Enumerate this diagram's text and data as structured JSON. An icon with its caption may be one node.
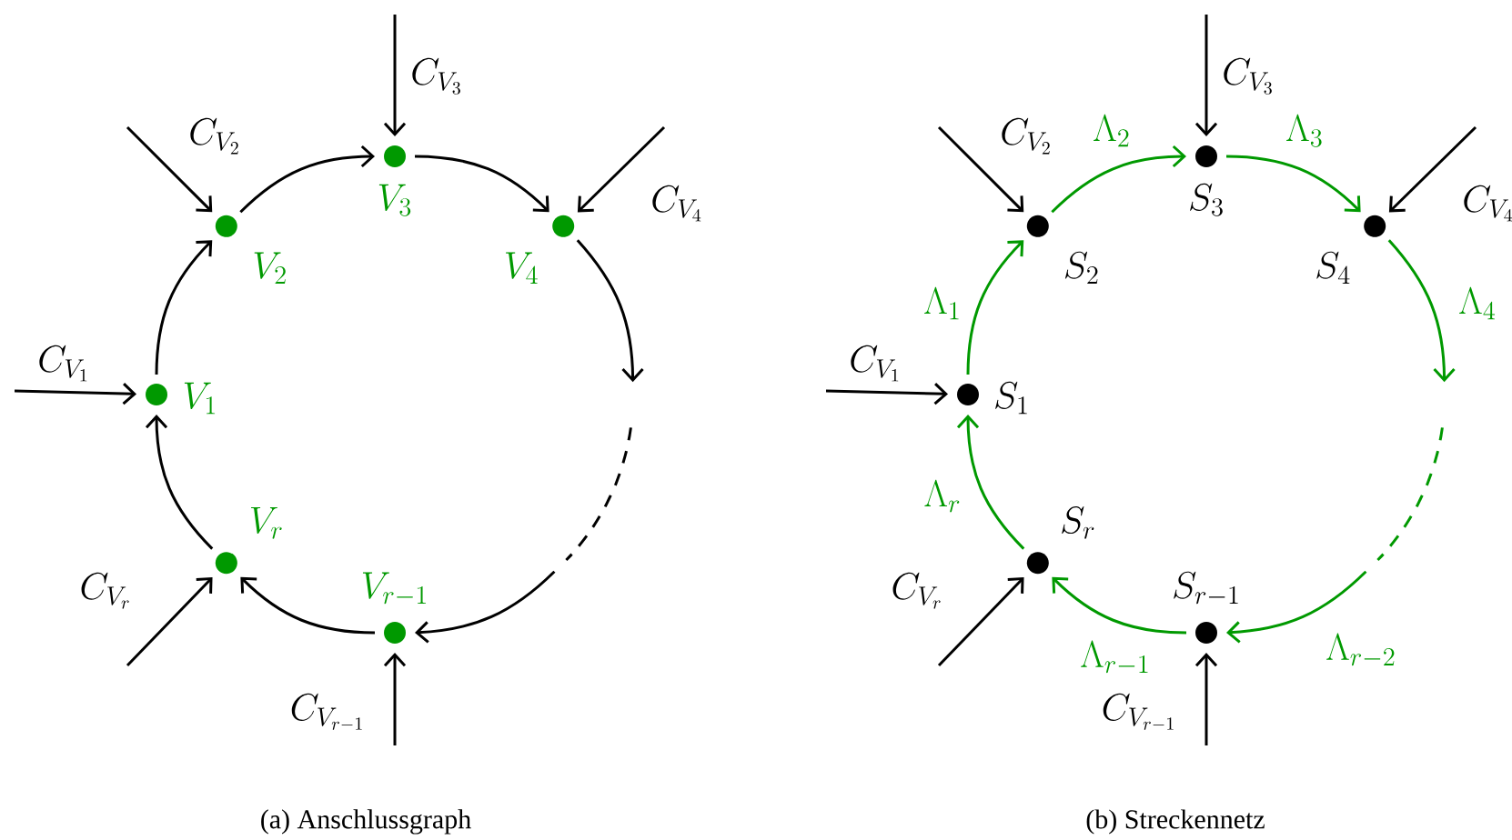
{
  "diagram": {
    "nodes": [
      {
        "text": [],
        "shape": "circle",
        "beside": [
          "V_1"
        ]
      },
      {
        "text": [],
        "shape": "circle",
        "beside": [
          "V_2"
        ]
      },
      {
        "text": [],
        "shape": "circle",
        "beside": [
          "V_3"
        ]
      },
      {
        "text": [],
        "shape": "circle",
        "beside": [
          "V_4"
        ]
      },
      {
        "text": [],
        "shape": "circle",
        "beside": [
          "V_{r-1}"
        ]
      },
      {
        "text": [],
        "shape": "circle",
        "beside": [
          "V_r"
        ]
      },
      {
        "text": [],
        "shape": "circle",
        "beside": [
          "S_1"
        ]
      },
      {
        "text": [],
        "shape": "circle",
        "beside": [
          "S_2"
        ]
      },
      {
        "text": [],
        "shape": "circle",
        "beside": [
          "S_3"
        ]
      },
      {
        "text": [],
        "shape": "circle",
        "beside": [
          "S_4"
        ]
      },
      {
        "text": [],
        "shape": "circle",
        "beside": [
          "S_{r-1}"
        ]
      },
      {
        "text": [],
        "shape": "circle",
        "beside": [
          "S_r"
        ]
      }
    ],
    "edges": [
      {
        "from": 0,
        "to": 1,
        "arrow": "to"
      },
      {
        "from": 1,
        "to": 2,
        "arrow": "to"
      },
      {
        "from": 2,
        "to": 3,
        "arrow": "to"
      },
      {
        "from": 3,
        "to": null,
        "arrow": "to"
      },
      {
        "from": null,
        "to": 4,
        "arrow": "to"
      },
      {
        "from": 4,
        "to": 5,
        "arrow": "to"
      },
      {
        "from": 5,
        "to": 0,
        "arrow": "to"
      },
      {
        "from": null,
        "to": 0,
        "arrow": "to",
        "label": "C_{V_1}"
      },
      {
        "from": null,
        "to": 1,
        "arrow": "to",
        "label": "C_{V_2}"
      },
      {
        "from": null,
        "to": 2,
        "arrow": "to",
        "label": "C_{V_3}"
      },
      {
        "from": null,
        "to": 3,
        "arrow": "to",
        "label": "C_{V_4}"
      },
      {
        "from": null,
        "to": 4,
        "arrow": "to",
        "label": "C_{V_{r-1}}"
      },
      {
        "from": null,
        "to": 5,
        "arrow": "to",
        "label": "C_{V_r}"
      },
      {
        "from": 6,
        "to": 7,
        "arrow": "to",
        "label": "\\Lambda_1",
        "color": "#009900"
      },
      {
        "from": 7,
        "to": 8,
        "arrow": "to",
        "label": "\\Lambda_2",
        "color": "#009900"
      },
      {
        "from": 8,
        "to": 9,
        "arrow": "to",
        "label": "\\Lambda_3",
        "color": "#009900"
      },
      {
        "from": 9,
        "to": null,
        "arrow": "to",
        "label": "\\Lambda_4",
        "color": "#009900"
      },
      {
        "from": null,
        "to": 10,
        "arrow": "to",
        "label": "\\Lambda_{r-2}",
        "color": "#009900"
      },
      {
        "from": 10,
        "to": 11,
        "arrow": "to",
        "label": "\\Lambda_{r-1}",
        "color": "#009900"
      },
      {
        "from": 11,
        "to": 6,
        "arrow": "to",
        "label": "\\Lambda_r",
        "color": "#009900"
      },
      {
        "from": null,
        "to": 6,
        "arrow": "to",
        "label": "C_{V_1}"
      },
      {
        "from": null,
        "to": 7,
        "arrow": "to",
        "label": "C_{V_2}"
      },
      {
        "from": null,
        "to": 8,
        "arrow": "to",
        "label": "C_{V_3}"
      },
      {
        "from": null,
        "to": 9,
        "arrow": "to",
        "label": "C_{V_4}"
      },
      {
        "from": null,
        "to": 10,
        "arrow": "to",
        "label": "C_{V_{r-1}}"
      },
      {
        "from": null,
        "to": 11,
        "arrow": "to",
        "label": "C_{V_r}"
      }
    ],
    "labels": [
      "(a) Anschlussgraph",
      "(b) Streckennetz"
    ]
  }
}
